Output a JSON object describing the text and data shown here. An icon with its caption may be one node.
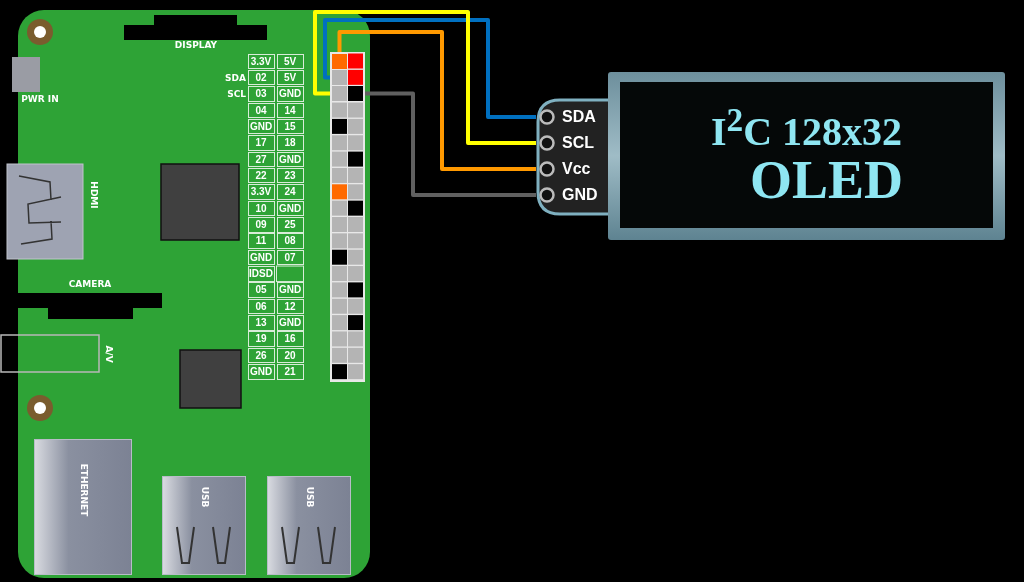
{
  "diagram": {
    "nodes": [
      {
        "text": [],
        "shape": "box"
      },
      {
        "text": [],
        "shape": "box",
        "in": 0
      },
      {
        "text": [],
        "shape": "box",
        "in": 1
      },
      {
        "text": [],
        "shape": "box",
        "in": 1
      },
      {
        "text": [],
        "shape": "box",
        "in": 1
      },
      {
        "text": [],
        "shape": "box",
        "in": 1
      },
      {
        "text": [
          "ETHERNET"
        ],
        "in": 0
      },
      {
        "text": [
          "USB"
        ],
        "in": 0
      },
      {
        "text": [
          "USB"
        ],
        "in": 0
      },
      {
        "text": [
          "I$^{2}$C 128x32",
          "OLED"
        ]
      },
      {
        "text": [
          "SDA"
        ]
      },
      {
        "text": [
          "SCL"
        ]
      },
      {
        "text": [
          "Vcc"
        ]
      },
      {
        "text": [
          "GND"
        ]
      }
    ],
    "edges": [
      {
        "from": 3,
        "to": 10,
        "arrow": "none",
        "color": "#0070c0"
      },
      {
        "from": 4,
        "to": 11,
        "arrow": "none",
        "color": "#ffff00"
      },
      {
        "from": 2,
        "to": 12,
        "arrow": "none",
        "color": "#ff9900"
      },
      {
        "from": 5,
        "to": 13,
        "arrow": "none",
        "color": "#606060"
      }
    ],
    "labels": [
      "DISPLAY",
      "PWR IN",
      "3.3V",
      "5V",
      "SDA",
      "02",
      "5V",
      "SCL",
      "03",
      "GND",
      "04",
      "14",
      "GND",
      "15",
      "17",
      "18",
      "27",
      "GND",
      "22",
      "23",
      "3.3V",
      "24",
      "10",
      "GND",
      "09",
      "25",
      "11",
      "08",
      "GND",
      "07",
      "IDSD",
      "05",
      "GND",
      "06",
      "12",
      "13",
      "GND",
      "19",
      "16",
      "26",
      "20",
      "GND",
      "21",
      "HDMI",
      "CAMERA",
      "A/V"
    ]
  }
}
